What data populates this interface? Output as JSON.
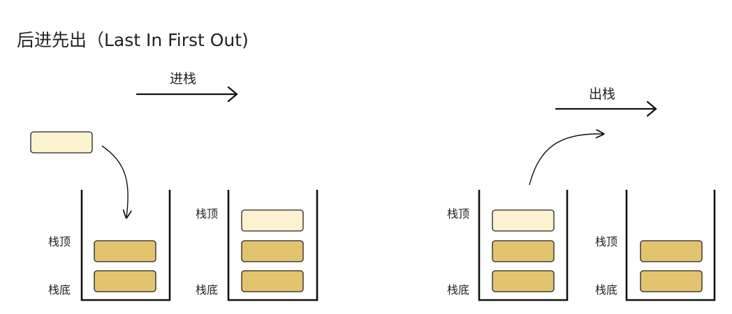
{
  "title": "后进先出（Last In First Out)",
  "operations": {
    "push": "进栈",
    "pop": "出栈"
  },
  "labels": {
    "top": "栈顶",
    "bottom": "栈底"
  },
  "colors": {
    "element": "#e2c46f",
    "new_element": "#fdf2d0",
    "line": "#111111"
  },
  "stacks": [
    {
      "elements": [
        "old",
        "old"
      ]
    },
    {
      "elements": [
        "old",
        "old",
        "new"
      ]
    },
    {
      "elements": [
        "old",
        "old",
        "new"
      ]
    },
    {
      "elements": [
        "old",
        "old"
      ]
    }
  ],
  "loose_elements": 1
}
